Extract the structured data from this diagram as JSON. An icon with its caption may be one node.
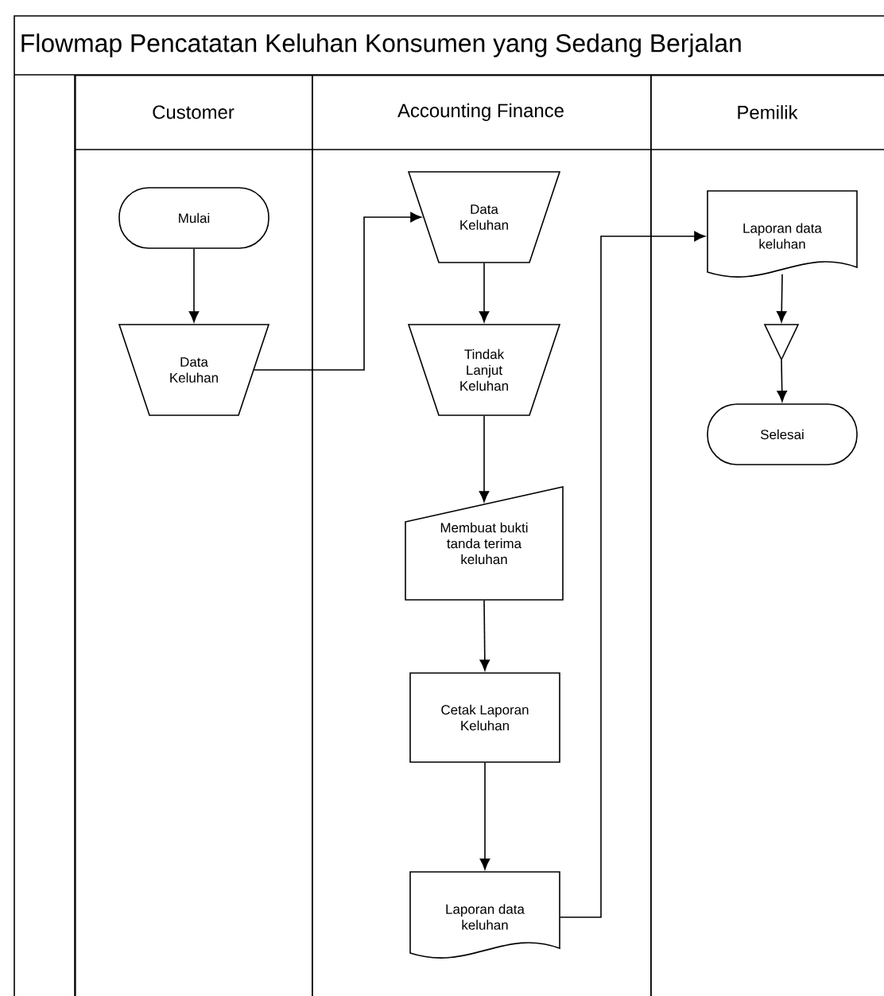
{
  "diagram": {
    "title": "Flowmap Pencatatan Keluhan Konsumen yang Sedang Berjalan",
    "nodes": [
      {
        "text": [
          "Customer"
        ]
      },
      {
        "text": [
          "Accounting Finance"
        ]
      },
      {
        "text": [
          "Pemilik"
        ]
      },
      {
        "text": [
          "Mulai"
        ],
        "in": 0
      },
      {
        "text": [
          "Data Keluhan"
        ],
        "in": 0
      },
      {
        "text": [
          "Data Keluhan"
        ],
        "in": 1
      },
      {
        "text": [
          "Tindak Lanjut Keluhan"
        ],
        "in": 1
      },
      {
        "text": [
          "Membuat bukti tanda terima keluhan"
        ],
        "in": 1
      },
      {
        "text": [
          "Cetak Laporan Keluhan"
        ],
        "in": 1
      },
      {
        "text": [
          "Laporan data keluhan"
        ],
        "in": 1
      },
      {
        "text": [
          "Laporan data keluhan"
        ],
        "in": 2
      },
      {
        "text": [],
        "shape": "triangle",
        "in": 2
      },
      {
        "text": [
          "Selesai"
        ],
        "in": 2
      }
    ],
    "edges": [
      {
        "from": 3,
        "to": 4,
        "arrow": "to"
      },
      {
        "from": 4,
        "to": 5,
        "arrow": "to"
      },
      {
        "from": 5,
        "to": 6,
        "arrow": "to"
      },
      {
        "from": 6,
        "to": 7,
        "arrow": "to"
      },
      {
        "from": 7,
        "to": 8,
        "arrow": "to"
      },
      {
        "from": 8,
        "to": 9,
        "arrow": "to"
      },
      {
        "from": 9,
        "to": 10,
        "arrow": "to"
      },
      {
        "from": 10,
        "to": 11,
        "arrow": "to"
      },
      {
        "from": 11,
        "to": 12,
        "arrow": "to"
      }
    ]
  }
}
